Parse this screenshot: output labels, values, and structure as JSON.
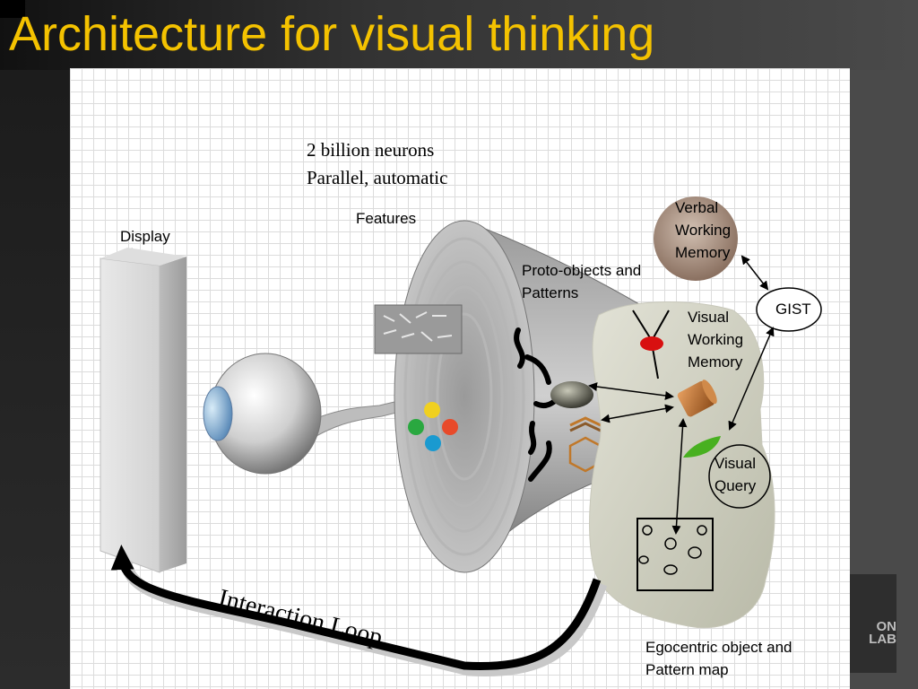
{
  "slide": {
    "title": "Architecture for visual thinking",
    "logo_text": "ON\nLAB"
  },
  "diagram": {
    "neurons_line1": "2 billion neurons",
    "neurons_line2": "Parallel, automatic",
    "features": "Features",
    "display": "Display",
    "verbal_working_memory": [
      "Verbal",
      "Working",
      "Memory"
    ],
    "proto_objects": [
      "Proto-objects and",
      "Patterns"
    ],
    "gist": "GIST",
    "visual_working_memory": [
      "Visual",
      "Working",
      "Memory"
    ],
    "visual_query": [
      "Visual",
      "Query"
    ],
    "interaction_loop": "Interaction Loop",
    "egocentric_map": [
      "Egocentric object and",
      "Pattern map"
    ]
  },
  "colors": {
    "title": "#f4c200",
    "feature_dots": [
      "#f0d020",
      "#2aa840",
      "#e84a2a",
      "#1a9ad0"
    ],
    "red_node": "#d81010",
    "brown_cylinder": "#b8702a",
    "green_leaf": "#48b020",
    "hexagon": "#c0782a"
  }
}
